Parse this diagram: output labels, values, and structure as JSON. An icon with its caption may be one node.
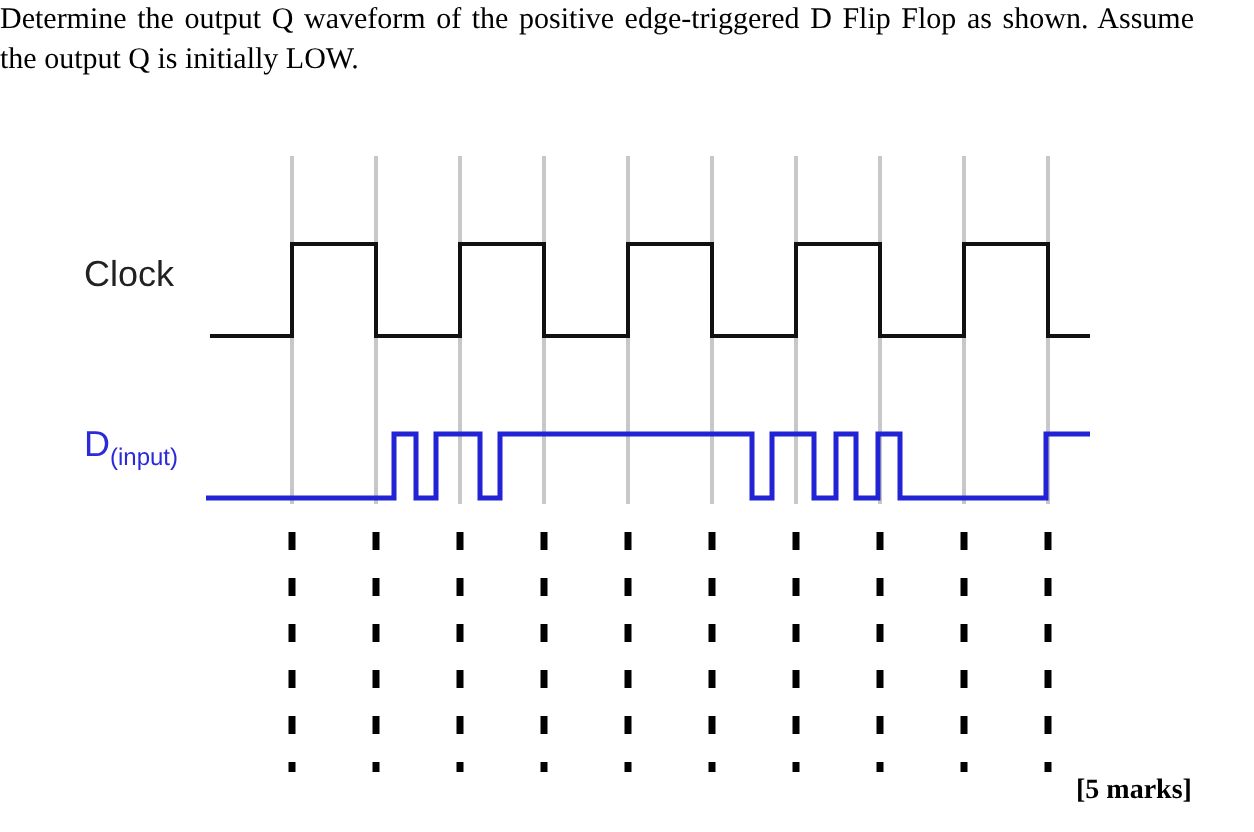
{
  "diagram": {
    "title": "Determine the output Q waveform of the positive edge-triggered D Flip Flop as shown. Assume the output Q is initially LOW.",
    "labels": [
      "Clock",
      "D$_{(input)}$",
      "[5 marks]"
    ]
  }
}
